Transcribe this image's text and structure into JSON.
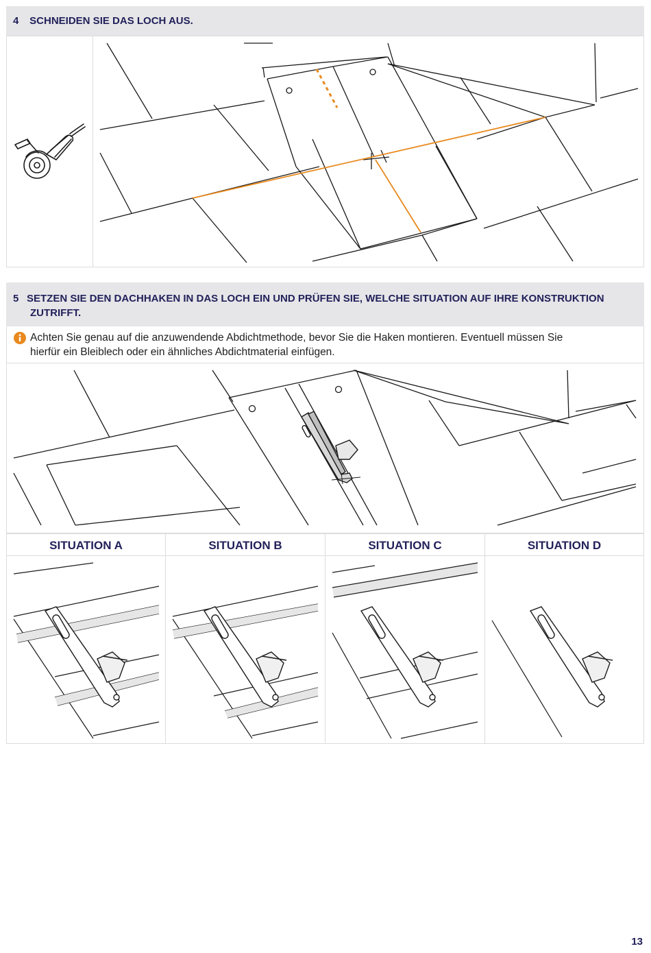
{
  "step4": {
    "number": "4",
    "title": "SCHNEIDEN SIE DAS LOCH AUS."
  },
  "step5": {
    "number": "5",
    "title_line1": "SETZEN SIE DEN DACHHAKEN IN DAS LOCH EIN UND PRÜFEN SIE, WELCHE SITUATION AUF IHRE KONSTRUKTION",
    "title_line2": "ZUTRIFFT.",
    "info_line1": "Achten Sie genau auf die anzuwendende Abdichtmethode, bevor Sie die Haken montieren. Eventuell müssen Sie",
    "info_line2": "hierfür ein Bleiblech oder ein ähnliches Abdichtmaterial einfügen."
  },
  "situations": [
    {
      "label": "SITUATION A"
    },
    {
      "label": "SITUATION B"
    },
    {
      "label": "SITUATION C"
    },
    {
      "label": "SITUATION D"
    }
  ],
  "colors": {
    "header_bg": "#e6e6e9",
    "title_text": "#22215a",
    "accent_orange": "#e8891e",
    "line": "#1a1a1a"
  },
  "icons": {
    "tool": "angle-grinder-icon",
    "info": "info-icon"
  },
  "page_number": "13"
}
